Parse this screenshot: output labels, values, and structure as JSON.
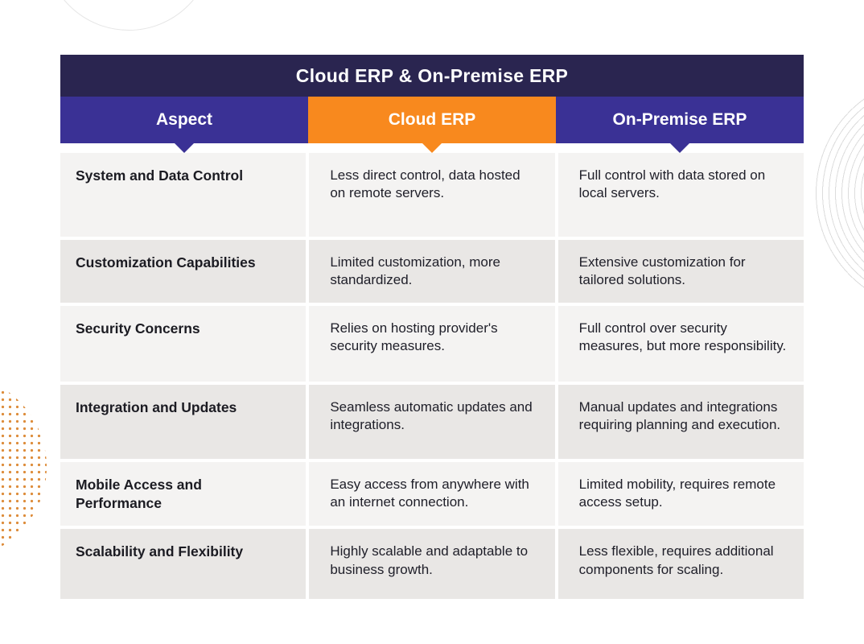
{
  "title": "Cloud ERP & On-Premise ERP",
  "columns": {
    "aspect": "Aspect",
    "cloud": "Cloud ERP",
    "onprem": "On-Premise ERP"
  },
  "rows": [
    {
      "aspect": "System and Data Control",
      "cloud": "Less direct control, data hosted on remote servers.",
      "onprem": "Full control with data stored on local servers."
    },
    {
      "aspect": "Customization Capabilities",
      "cloud": "Limited customization, more standardized.",
      "onprem": "Extensive customization for tailored solutions."
    },
    {
      "aspect": "Security Concerns",
      "cloud": "Relies on hosting provider's security measures.",
      "onprem": "Full control over security measures, but more responsibility."
    },
    {
      "aspect": "Integration and Updates",
      "cloud": "Seamless automatic updates and integrations.",
      "onprem": "Manual updates and integrations requiring planning and execution."
    },
    {
      "aspect": "Mobile Access and Performance",
      "cloud": "Easy access from anywhere with an internet connection.",
      "onprem": "Limited mobility, requires remote access setup."
    },
    {
      "aspect": "Scalability and Flexibility",
      "cloud": "Highly scalable and adaptable to business growth.",
      "onprem": "Less flexible, requires additional components for scaling."
    }
  ],
  "colors": {
    "title_bar": "#2A2550",
    "header_purple": "#3A3195",
    "header_orange": "#F8891E",
    "row_light": "#F4F3F2",
    "row_dark": "#E9E7E5",
    "body_text": "#20202A",
    "dots_orange": "#DD8C3A",
    "rings_gray": "#DCDCDC"
  },
  "chart_data": {
    "type": "table",
    "title": "Cloud ERP & On-Premise ERP",
    "columns": [
      "Aspect",
      "Cloud ERP",
      "On-Premise ERP"
    ],
    "rows": [
      [
        "System and Data Control",
        "Less direct control, data hosted on remote servers.",
        "Full control with data stored on local servers."
      ],
      [
        "Customization Capabilities",
        "Limited customization, more standardized.",
        "Extensive customization for tailored solutions."
      ],
      [
        "Security Concerns",
        "Relies on hosting provider's security measures.",
        "Full control over security measures, but more responsibility."
      ],
      [
        "Integration and Updates",
        "Seamless automatic updates and integrations.",
        "Manual updates and integrations requiring planning and execution."
      ],
      [
        "Mobile Access and Performance",
        "Easy access from anywhere with an internet connection.",
        "Limited mobility, requires remote access setup."
      ],
      [
        "Scalability and Flexibility",
        "Highly scalable and adaptable to business growth.",
        "Less flexible, requires additional components for scaling."
      ]
    ],
    "legend_position": "none",
    "grid": false
  }
}
